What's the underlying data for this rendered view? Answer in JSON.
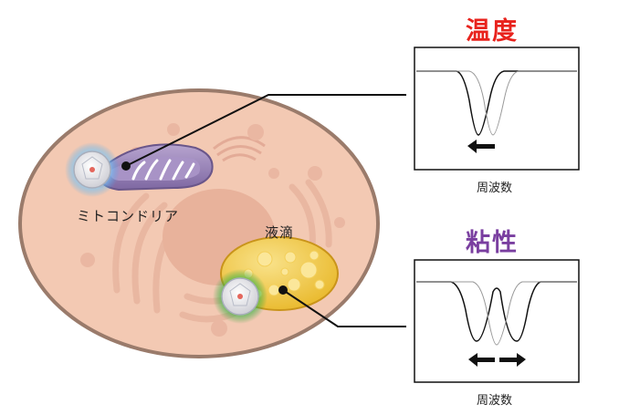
{
  "diagram": {
    "labels": {
      "mitochondria": "ミトコンドリア",
      "lipid_droplet": "液滴"
    },
    "panels": [
      {
        "title": "温度",
        "title_color": "#e8231d",
        "xlabel": "周波数",
        "shift": "left"
      },
      {
        "title": "粘性",
        "title_color": "#7a3fa0",
        "xlabel": "周波数",
        "shift": "left and right"
      }
    ],
    "colors": {
      "cell": "#f3c9b3",
      "nucleus": "#e8b29b",
      "mitochondria": "#9c86b8",
      "lipid_droplet": "#f0c53a",
      "probe_glow_blue": "#3aa7f0",
      "probe_glow_green": "#2f9f3a"
    },
    "icons": [
      "nanodiamond-probe-icon",
      "arrow-left-icon",
      "arrow-right-icon"
    ]
  }
}
